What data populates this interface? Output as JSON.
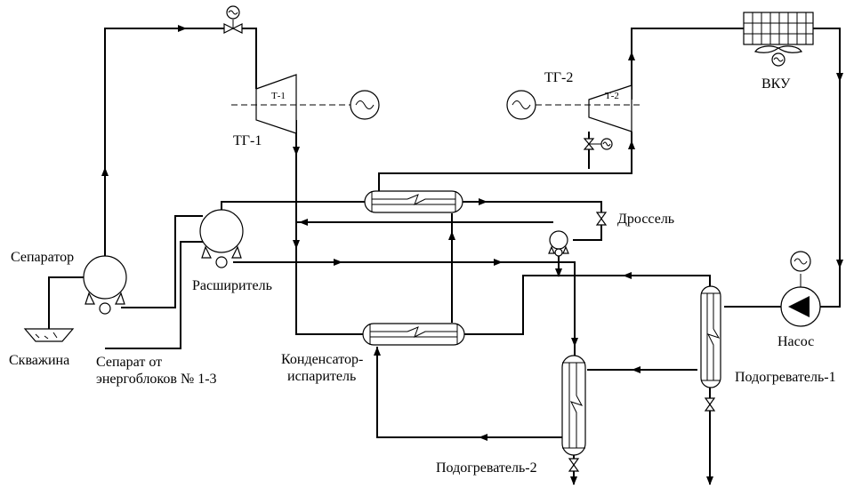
{
  "labels": {
    "separator": "Сепаратор",
    "well": "Скважина",
    "separat_line1": "Сепарат от",
    "separat_line2": "энергоблоков № 1-3",
    "expander": "Расширитель",
    "tg1": "ТГ-1",
    "t1": "Т-1",
    "tg2": "ТГ-2",
    "t2": "Т-2",
    "vku": "ВКУ",
    "throttle": "Дроссель",
    "pump": "Насос",
    "condenser_line1": "Конденсатор-",
    "condenser_line2": "испаритель",
    "heater1": "Подогреватель-1",
    "heater2": "Подогреватель-2"
  }
}
